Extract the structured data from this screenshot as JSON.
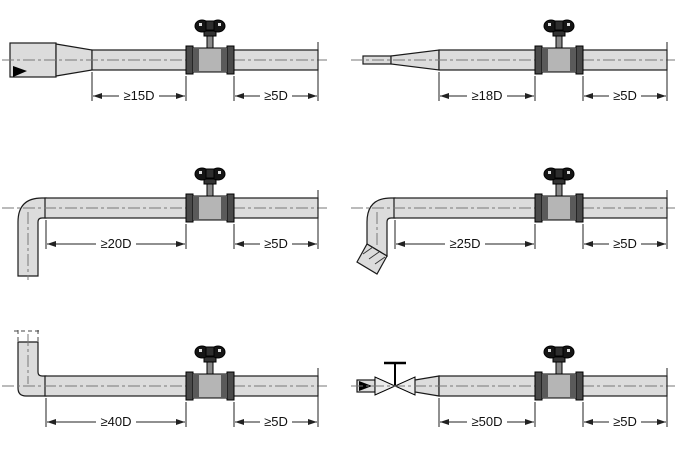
{
  "figure": {
    "name": "flowmeter-straight-run-requirements",
    "colors": {
      "pipe_fill": "#dcdcdc",
      "pipe_stroke": "#1a1a1a",
      "meter_dark": "#151515",
      "centerline": "#777777"
    },
    "panels": [
      {
        "name": "reducer-inlet",
        "upstream_label": "≥15D",
        "downstream_label": "≥5D"
      },
      {
        "name": "expander-inlet",
        "upstream_label": "≥18D",
        "downstream_label": "≥5D"
      },
      {
        "name": "single-elbow-inlet",
        "upstream_label": "≥20D",
        "downstream_label": "≥5D"
      },
      {
        "name": "double-elbow-inlet",
        "upstream_label": "≥25D",
        "downstream_label": "≥5D"
      },
      {
        "name": "riser-elbow-inlet",
        "upstream_label": "≥40D",
        "downstream_label": "≥5D"
      },
      {
        "name": "valve-inlet",
        "upstream_label": "≥50D",
        "downstream_label": "≥5D"
      }
    ]
  }
}
